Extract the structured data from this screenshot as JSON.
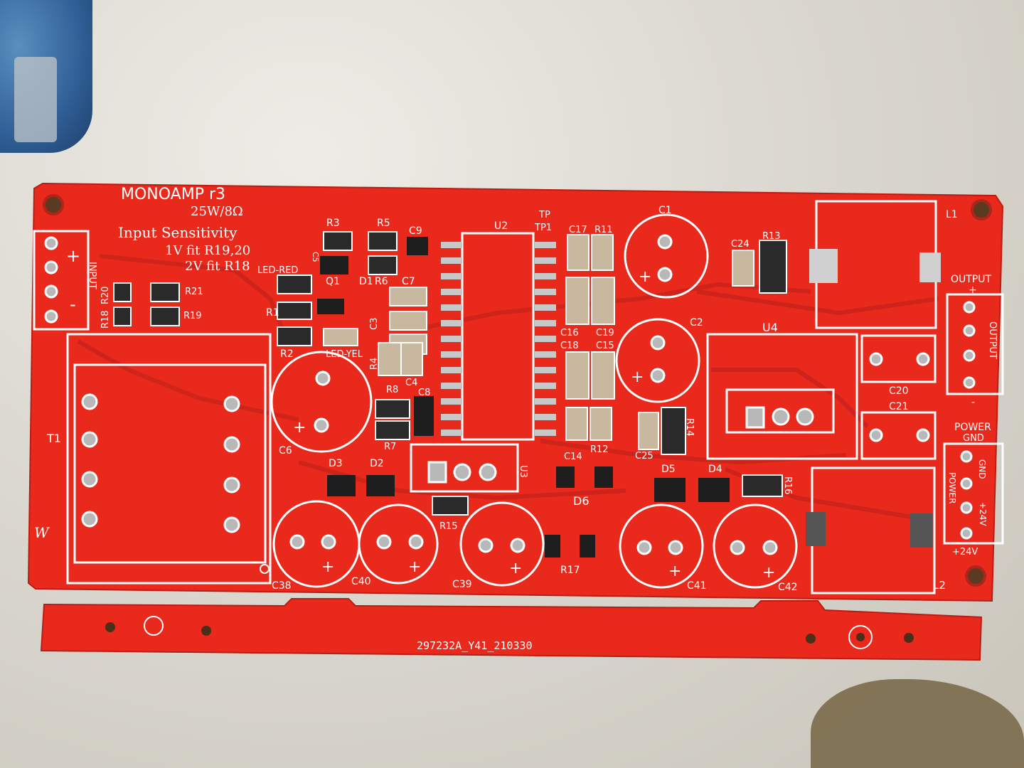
{
  "colors": {
    "board": "#e8291c",
    "silk": "#ffffff",
    "pad": "#c8c8c8",
    "copper": "#d2241a"
  },
  "board": {
    "title": "MONOAMP r3",
    "rating": "25W/8Ω",
    "sensitivity_heading": "Input Sensitivity",
    "sensitivity_1v": "1V fit R19,20",
    "sensitivity_2v": "2V fit R18",
    "input_label": "INPUT",
    "input_plus": "+",
    "input_minus": "-",
    "output_heading": "OUTPUT",
    "output_plus": "+",
    "output_side": "OUTPUT",
    "output_minus": "-",
    "power_gnd_heading": "POWER\nGND",
    "power_gnd_line1": "POWER",
    "power_gnd_line2": "GND",
    "power_side": "POWER",
    "gnd_side": "GND",
    "plus24_side": "+24V",
    "plus24_bottom": "+24V",
    "logo": "W",
    "designators": {
      "R3": "R3",
      "R5": "R5",
      "C9": "C9",
      "LED_RED": "LED-RED",
      "C5": "C5",
      "Q1": "Q1",
      "D1": "D1",
      "R6": "R6",
      "C7": "C7",
      "R1": "R1",
      "R2": "R2",
      "LED_YEL": "LED-YEL",
      "C3": "C3",
      "R4": "R4",
      "C4": "C4",
      "R8": "R8",
      "C8": "C8",
      "R7": "R7",
      "R20": "R20",
      "R21": "R21",
      "R18": "R18",
      "R19": "R19",
      "U2": "U2",
      "TP": "TP",
      "TP1": "TP1",
      "C17": "C17",
      "R11": "R11",
      "C16": "C16",
      "C19": "C19",
      "C18": "C18",
      "C15": "C15",
      "R12": "R12",
      "C1": "C1",
      "C2": "C2",
      "C24": "C24",
      "R13": "R13",
      "L1": "L1",
      "U4": "U4",
      "C20": "C20",
      "C21": "C21",
      "C25": "C25",
      "R14": "R14",
      "C14": "C14",
      "D6": "D6",
      "D5": "D5",
      "D4": "D4",
      "R16": "R16",
      "L2": "L2",
      "T1": "T1",
      "C6": "C6",
      "D3": "D3",
      "D2": "D2",
      "U3": "U3",
      "R15": "R15",
      "C38": "C38",
      "C40": "C40",
      "C39": "C39",
      "R17": "R17",
      "C41": "C41",
      "C42": "C42"
    }
  },
  "rail": {
    "marking": "297232A_Y41_210330"
  }
}
